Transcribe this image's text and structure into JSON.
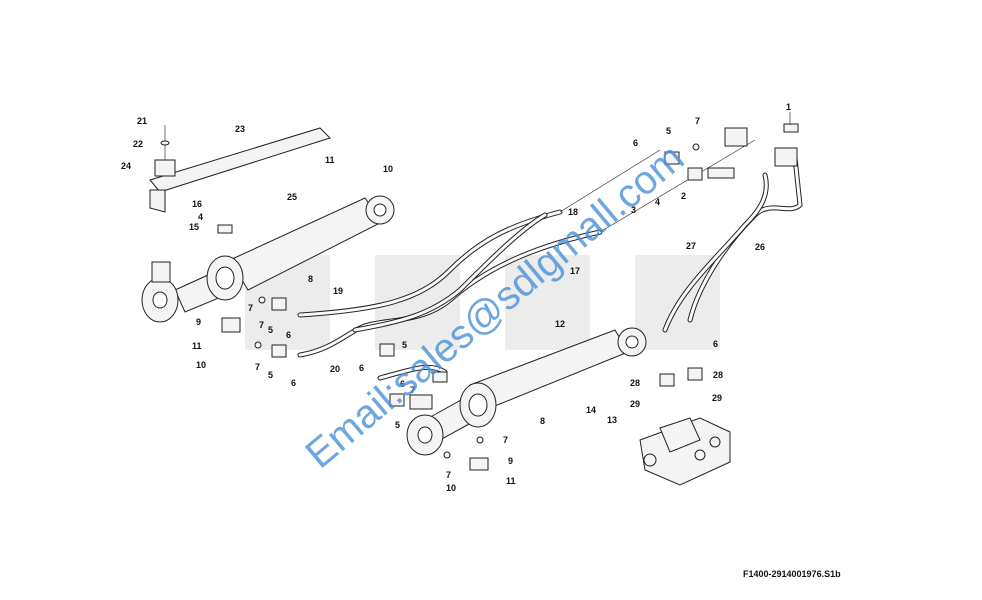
{
  "diagram": {
    "drawing_code": "F1400-2914001976.S1b",
    "watermark_text": "Email:sales@sdlgmall.com",
    "colors": {
      "line": "#222222",
      "watermark": "#4a90d9",
      "background_logo": "#dcdcdc"
    },
    "callouts": [
      "1",
      "2",
      "3",
      "4",
      "5",
      "6",
      "7",
      "8",
      "9",
      "10",
      "11",
      "12",
      "13",
      "14",
      "15",
      "16",
      "17",
      "18",
      "19",
      "20",
      "21",
      "22",
      "23",
      "24",
      "25",
      "26",
      "27",
      "28",
      "29"
    ]
  }
}
